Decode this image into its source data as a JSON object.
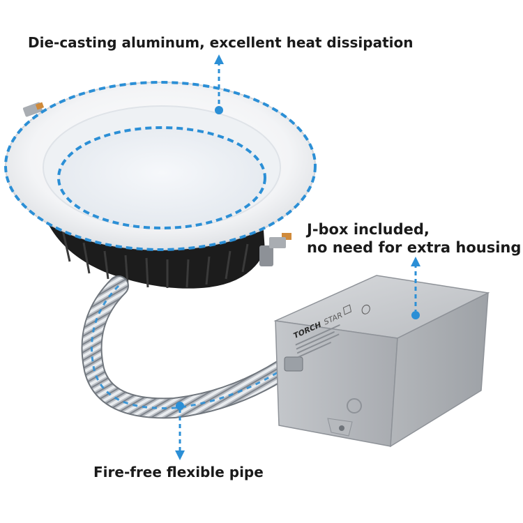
{
  "labels": {
    "top": "Die-casting aluminum, excellent heat dissipation",
    "jbox_line1": "J-box included,",
    "jbox_line2": "no need for extra housing",
    "pipe": "Fire-free flexible pipe"
  },
  "product": {
    "brand_a": "TORCH",
    "brand_b": "STAR"
  },
  "colors": {
    "callout": "#2b8fd6",
    "text": "#1a1a1a",
    "housing": "#1c1c1c",
    "box": "#c9ccd0"
  }
}
